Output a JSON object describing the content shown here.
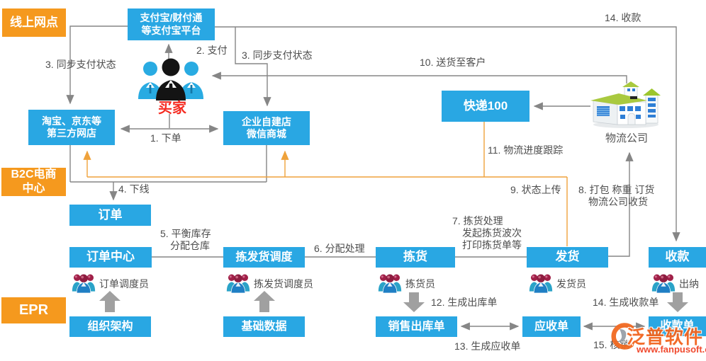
{
  "groups": {
    "online": "线上网点",
    "b2c_line1": "B2C电商",
    "b2c_line2": "中心",
    "erp": "EPR"
  },
  "nodes": {
    "alipay_line1": "支付宝/财付通",
    "alipay_line2": "等支付宝平台",
    "taobao_line1": "淘宝、京东等",
    "taobao_line2": "第三方网店",
    "self_store_line1": "企业自建店",
    "self_store_line2": "微信商城",
    "kuaidi100": "快递100",
    "order": "订单",
    "order_center": "订单中心",
    "dispatch": "拣发货调度",
    "picking": "拣货",
    "shipping": "发货",
    "collection": "收款",
    "org": "组织架构",
    "base_data": "基础数据",
    "sales_outbound": "销售出库单",
    "receivable": "应收单",
    "receipt": "收款单"
  },
  "actors": {
    "buyer": "买家",
    "logistics": "物流公司",
    "order_dispatcher": "订单调度员",
    "pick_dispatcher": "拣发货调度员",
    "picker": "拣货员",
    "shipper": "发货员",
    "cashier": "出纳"
  },
  "flows": {
    "f1": "1. 下单",
    "f2": "2. 支付",
    "f3_left": "3. 同步支付状态",
    "f3_right": "3. 同步支付状态",
    "f4": "4. 下线",
    "f5_1": "5. 平衡库存",
    "f5_2": "分配仓库",
    "f6": "6. 分配处理",
    "f7_1": "7. 拣货处理",
    "f7_2": "发起拣货波次",
    "f7_3": "打印拣货单等",
    "f8_1": "8. 打包 称重 订货",
    "f8_2": "物流公司收货",
    "f9": "9. 状态上传",
    "f10": "10. 送货至客户",
    "f11": "11. 物流进度跟踪",
    "f12": "12. 生成出库单",
    "f13": "13. 生成应收单",
    "f14_top": "14. 收款",
    "f14_bottom": "14. 生成收款单",
    "f15": "15. 核销"
  },
  "watermark": {
    "brand": "泛普软件",
    "url": "www.fanpusoft.com"
  },
  "colors": {
    "node_blue": "#29A7E3",
    "group_orange": "#F5991E",
    "line_gray": "#868686",
    "line_orange": "#EFA23B",
    "buyer_red": "#F52A20",
    "watermark_orange": "#F2641E"
  }
}
